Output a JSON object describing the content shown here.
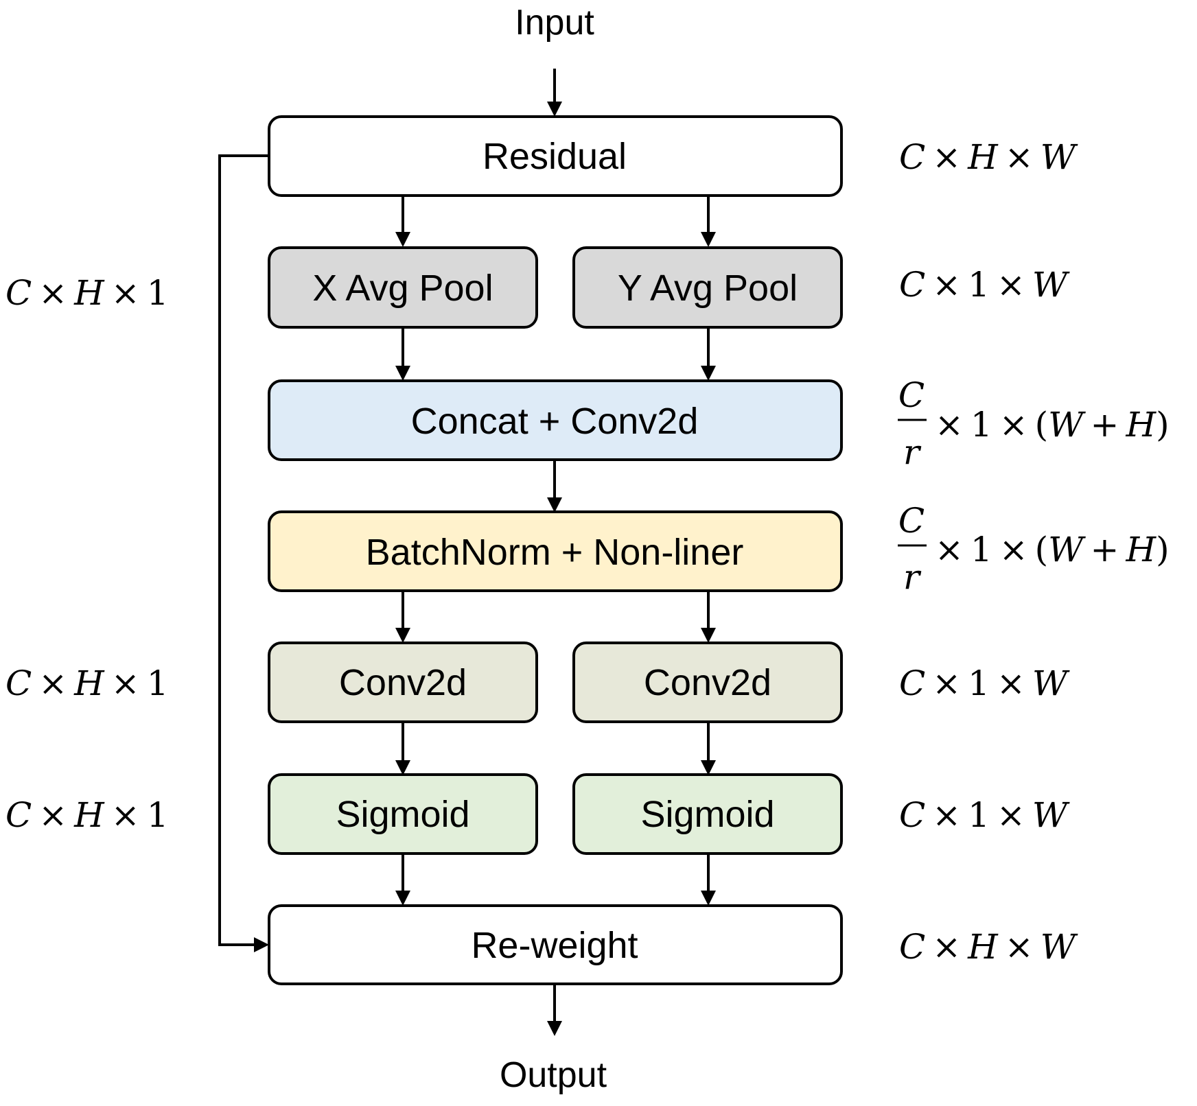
{
  "diagram": {
    "input_label": "Input",
    "output_label": "Output",
    "blocks": {
      "residual": "Residual",
      "x_avg_pool": "X Avg Pool",
      "y_avg_pool": "Y Avg Pool",
      "concat_conv": "Concat + Conv2d",
      "batchnorm": "BatchNorm + Non-liner",
      "conv_left": "Conv2d",
      "conv_right": "Conv2d",
      "sigmoid_left": "Sigmoid",
      "sigmoid_right": "Sigmoid",
      "reweight": "Re-weight"
    },
    "colors": {
      "white": "#ffffff",
      "pool": "#d9d9d9",
      "concat": "#deebf7",
      "batchnorm": "#fff2cc",
      "conv": "#e7e8d9",
      "sigmoid": "#e2efda",
      "stroke": "#000000"
    },
    "shapes": {
      "residual_right": {
        "C": "C",
        "x1": "×",
        "H": "H",
        "x2": "×",
        "W": "W"
      },
      "pool_left": {
        "C": "C",
        "x1": "×",
        "H": "H",
        "x2": "×",
        "one": "1"
      },
      "pool_right": {
        "C": "C",
        "x1": "×",
        "one": "1",
        "x2": "×",
        "W": "W"
      },
      "concat_right": {
        "num": "C",
        "den": "r",
        "x1": "×",
        "one": "1",
        "x2": "×",
        "lp": "(",
        "W": "W",
        "plus": "+",
        "H": "H",
        "rp": ")"
      },
      "bn_right": {
        "num": "C",
        "den": "r",
        "x1": "×",
        "one": "1",
        "x2": "×",
        "lp": "(",
        "W": "W",
        "plus": "+",
        "H": "H",
        "rp": ")"
      },
      "conv_left": {
        "C": "C",
        "x1": "×",
        "H": "H",
        "x2": "×",
        "one": "1"
      },
      "conv_right": {
        "C": "C",
        "x1": "×",
        "one": "1",
        "x2": "×",
        "W": "W"
      },
      "sigmoid_left": {
        "C": "C",
        "x1": "×",
        "H": "H",
        "x2": "×",
        "one": "1"
      },
      "sigmoid_right": {
        "C": "C",
        "x1": "×",
        "one": "1",
        "x2": "×",
        "W": "W"
      },
      "reweight_right": {
        "C": "C",
        "x1": "×",
        "H": "H",
        "x2": "×",
        "W": "W"
      }
    }
  }
}
